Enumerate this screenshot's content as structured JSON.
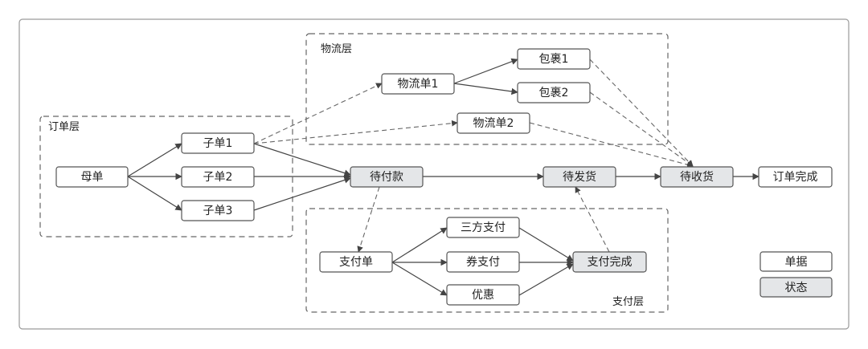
{
  "colors": {
    "frame": "#9a9a9a",
    "doc_fill": "#ffffff",
    "state_fill": "#e4e6e8",
    "node_stroke": "#555555",
    "edge": "#444444",
    "dashed": "#666666"
  },
  "groups": {
    "logistics": "物流层",
    "order": "订单层",
    "payment": "支付层"
  },
  "nodes": {
    "parent_order": "母单",
    "sub_order_1": "子单1",
    "sub_order_2": "子单2",
    "sub_order_3": "子单3",
    "pending_payment": "待付款",
    "pending_shipment": "待发货",
    "pending_receipt": "待收货",
    "order_complete": "订单完成",
    "logistics_order_1": "物流单1",
    "logistics_order_2": "物流单2",
    "package_1": "包裹1",
    "package_2": "包裹2",
    "payment_order": "支付单",
    "third_party_payment": "三方支付",
    "coupon_payment": "券支付",
    "discount": "优惠",
    "payment_complete": "支付完成"
  },
  "legend": {
    "document": "单据",
    "state": "状态"
  }
}
